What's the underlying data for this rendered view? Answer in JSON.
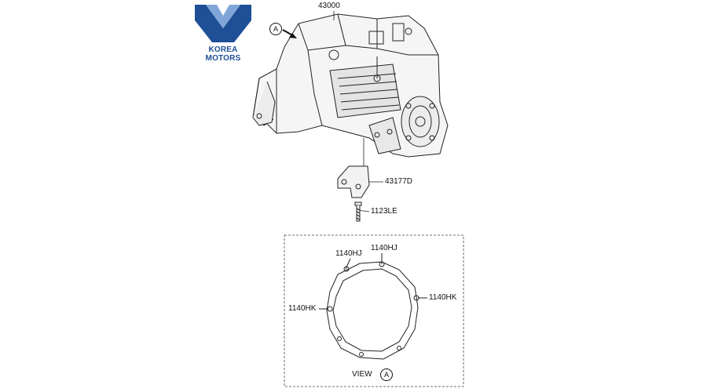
{
  "logo": {
    "brand_name": "KOREA MOTORS",
    "brand_color": "#1f4f97",
    "accent_color": "#7fa6d6"
  },
  "diagram": {
    "view_marker": "A",
    "view_label": "VIEW",
    "callouts": {
      "transmission": "43000",
      "bracket": "43177D",
      "bolt": "1123LE",
      "dowel_left": "1140HJ",
      "dowel_right": "1140HJ",
      "pin_left": "1140HK",
      "pin_right": "1140HK"
    }
  }
}
